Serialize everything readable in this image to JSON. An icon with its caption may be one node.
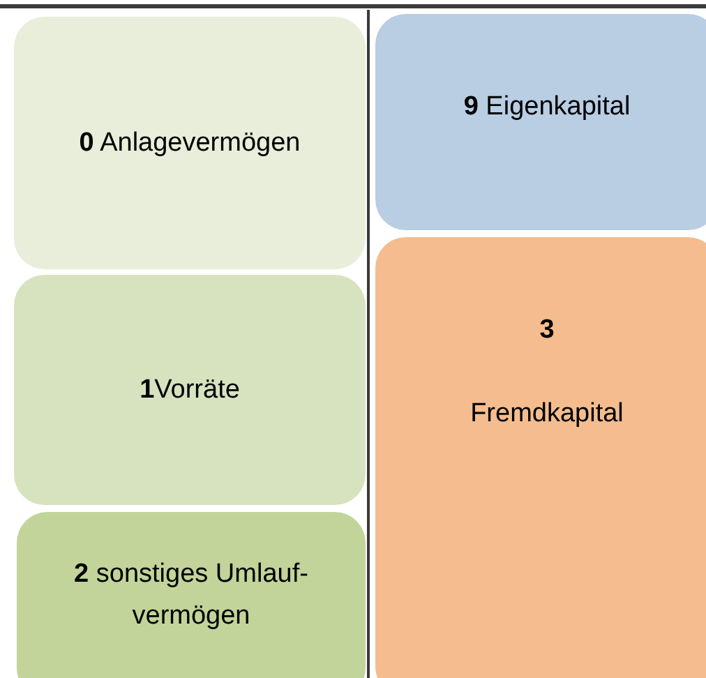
{
  "diagram": {
    "nodes": [
      {
        "text": [
          "**0** Anlagevermögen"
        ]
      },
      {
        "text": [
          "**1**Vorräte"
        ]
      },
      {
        "text": [
          "**2** sonstiges Umlauf- vermögen"
        ]
      },
      {
        "text": [
          "**9** Eigenkapital"
        ]
      },
      {
        "text": [
          "3",
          "Fremdkapital"
        ]
      }
    ]
  }
}
